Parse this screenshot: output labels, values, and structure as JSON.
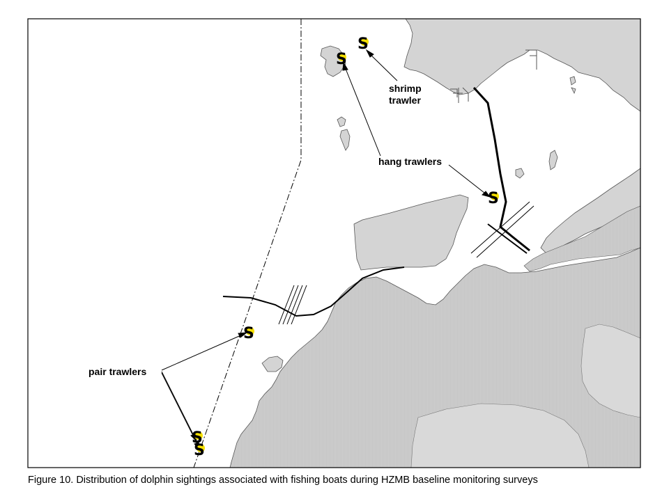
{
  "labels": {
    "shrimp_line1": "shrimp",
    "shrimp_line2": "trawler",
    "hang": "hang trawlers",
    "pair": "pair trawlers"
  },
  "marker_letter": "S",
  "caption": "Figure 10.  Distribution of dolphin sightings associated with fishing boats during HZMB baseline monitoring surveys",
  "colors": {
    "land": "#d4d4d4",
    "land_outline": "#555555",
    "marker_highlight": "#f5e000",
    "marker_text": "#000000"
  }
}
